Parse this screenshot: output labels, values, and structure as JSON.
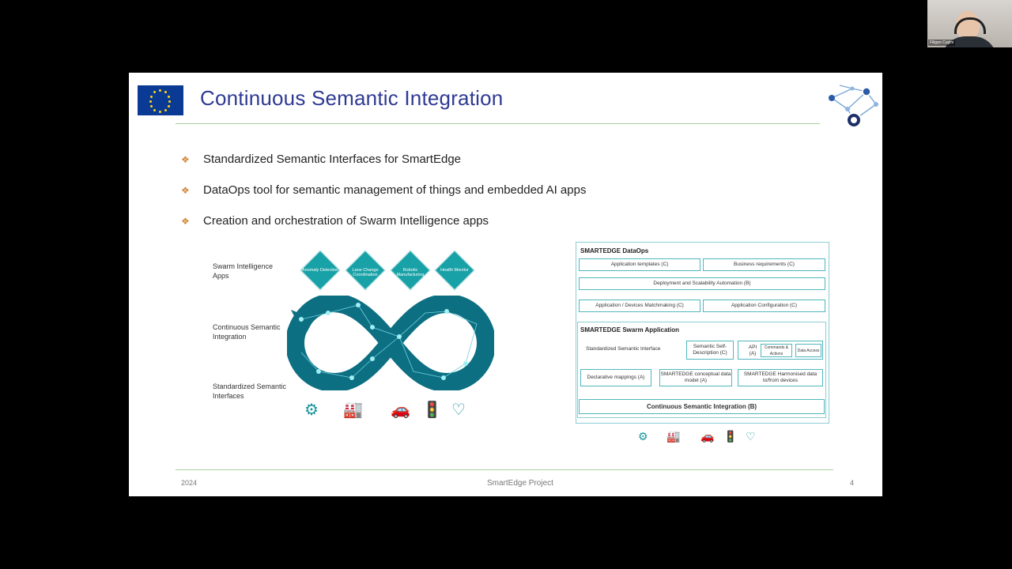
{
  "slide": {
    "title": "Continuous Semantic Integration",
    "bullets": [
      "Standardized Semantic Interfaces for SmartEdge",
      "DataOps tool for semantic management of things and embedded AI apps",
      "Creation and orchestration of Swarm Intelligence apps"
    ],
    "left_diagram": {
      "labels": [
        "Swarm Intelligence Apps",
        "Continuous Semantic Integration",
        "Standardized Semantic Interfaces"
      ],
      "apps": [
        "Anomaly Detection",
        "Lane Change Coordination",
        "Robotic Manufacturing",
        "Health Monitor"
      ],
      "devices": [
        "robot-arm-icon",
        "factory-icon",
        "car-icon",
        "traffic-light-icon",
        "heart-monitor-icon"
      ]
    },
    "architecture": {
      "dataops_title": "SMARTEDGE DataOps",
      "app_templates": "Application templates (C)",
      "business_requirements": "Business requirements (C)",
      "deployment": "Deployment and Scalability Automation (B)",
      "matchmaking": "Application / Devices Matchmaking (C)",
      "configuration": "Application Configuration (C)",
      "swarm_title": "SMARTEDGE Swarm Application",
      "std_interface": "Standardized Semantic Interface",
      "self_description": "Semantic Self-Description (C)",
      "api": "API (A)",
      "commands": "Commands & Actions",
      "data_access": "Data Access",
      "declarative": "Declarative mappings (A)",
      "conceptual": "SMARTEDGE conceptual data model (A)",
      "harmonised": "SMARTEDGE Harmonised data to/from devices",
      "csi": "Continuous Semantic Integration (B)"
    },
    "footer": {
      "year": "2024",
      "project": "SmartEdge Project",
      "page": "4"
    }
  },
  "webcam": {
    "name": "Filippo Cugini"
  },
  "colors": {
    "title": "#2f3a93",
    "teal": "#18a1a6",
    "bullet": "#d48a3b",
    "rule": "#a9cf9b"
  }
}
